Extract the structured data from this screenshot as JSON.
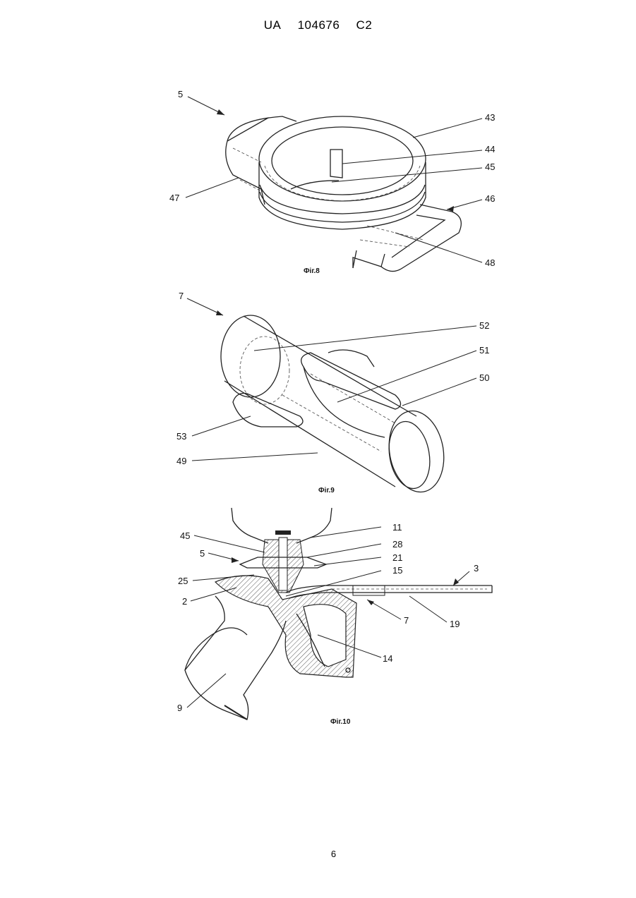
{
  "header": {
    "country": "UA",
    "number": "104676",
    "kind": "C2"
  },
  "page_number": "6",
  "figures": [
    {
      "caption": "Фіг.8",
      "labels": [
        "5",
        "43",
        "44",
        "45",
        "46",
        "47",
        "48"
      ]
    },
    {
      "caption": "Фіг.9",
      "labels": [
        "7",
        "52",
        "51",
        "50",
        "53",
        "49"
      ]
    },
    {
      "caption": "Фіг.10",
      "labels": [
        "11",
        "45",
        "28",
        "5",
        "21",
        "15",
        "3",
        "25",
        "2",
        "7",
        "19",
        "14",
        "9"
      ]
    }
  ]
}
